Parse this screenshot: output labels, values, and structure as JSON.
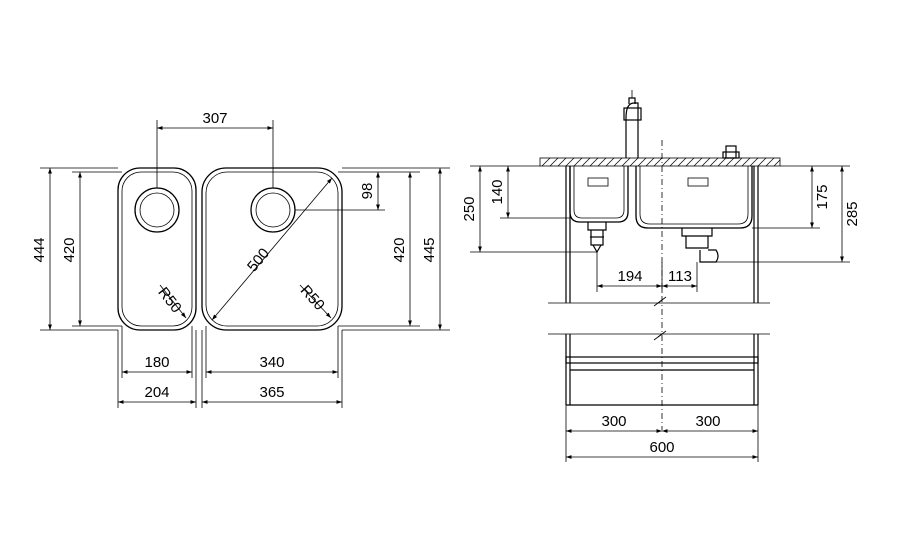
{
  "plan_view": {
    "dim_top_spacing": "307",
    "dim_left_outer_height": "444",
    "dim_left_inner_height": "420",
    "dim_drain_offset": "98",
    "dim_diagonal": "500",
    "dim_right_inner_height": "420",
    "dim_right_outer_height": "445",
    "radius_small": "R50",
    "radius_large": "R50",
    "dim_small_inner_width": "180",
    "dim_large_inner_width": "340",
    "dim_small_outer_width": "204",
    "dim_large_outer_width": "365"
  },
  "section_view": {
    "dim_total_depth": "250",
    "dim_small_bowl_depth": "140",
    "dim_large_bowl_depth": "175",
    "dim_large_total_depth": "285",
    "dim_drain_spacing": "194",
    "dim_outlet_offset": "113",
    "dim_half_left": "300",
    "dim_half_right": "300",
    "dim_cabinet_width": "600"
  },
  "colors": {
    "line": "#000000",
    "background": "#ffffff"
  }
}
